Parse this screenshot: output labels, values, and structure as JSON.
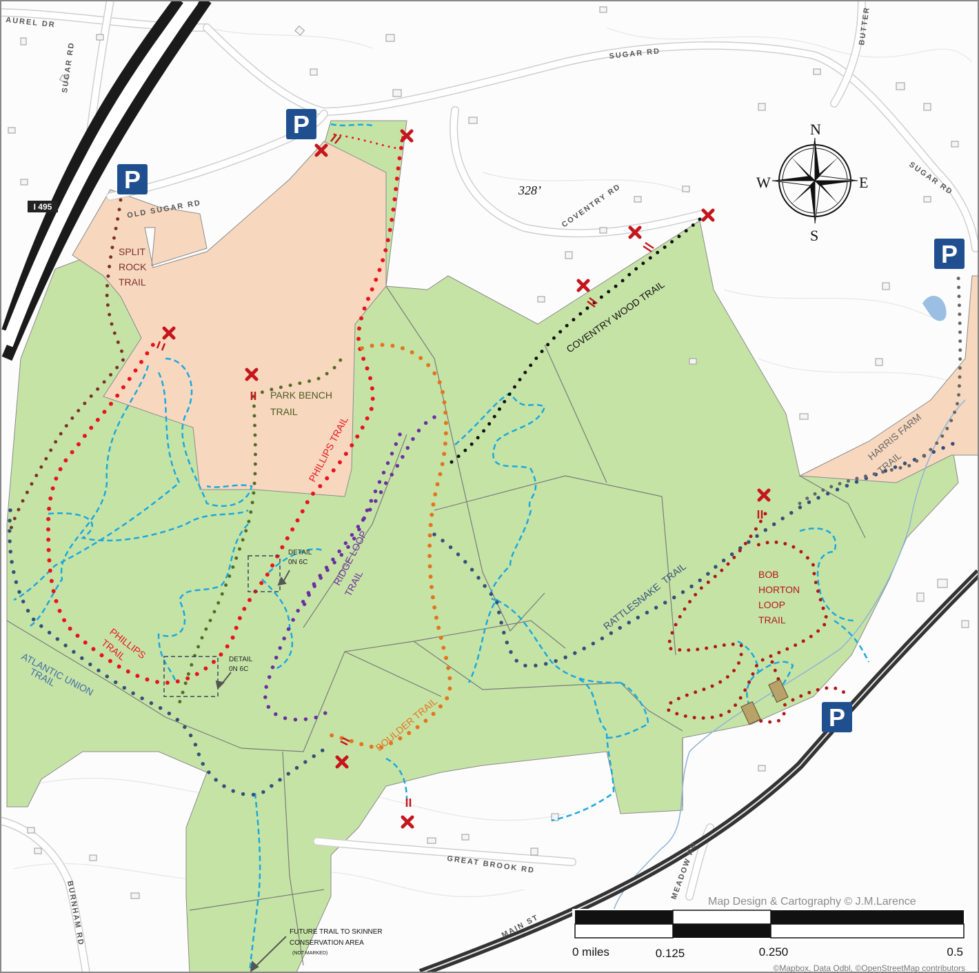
{
  "roads": {
    "laurel": "AUREL DR",
    "sugar_left": "SUGAR RD",
    "sugar_top": "SUGAR RD",
    "sugar_right": "SUGAR RD",
    "butter": "BUTTER",
    "old_sugar": "OLD SUGAR RD",
    "coventry": "COVENTRY RD",
    "great_brook": "GREAT BROOK RD",
    "burnham": "BURNHAM RD",
    "meadow": "MEADOW RD",
    "main": "MAIN ST",
    "highway_shield": "I 495"
  },
  "elevation": "328’",
  "parking_symbol": "P",
  "compass": {
    "n": "N",
    "s": "S",
    "e": "E",
    "w": "W"
  },
  "trails": {
    "split_rock": [
      "SPLIT",
      "ROCK",
      "TRAIL"
    ],
    "park_bench": [
      "PARK BENCH",
      "TRAIL"
    ],
    "phillips_upper": "PHILLIPS TRAIL",
    "phillips_lower": [
      "PHILLIPS",
      "TRAIL"
    ],
    "ridge_loop": [
      "RIDGE LOOP",
      "TRAIL"
    ],
    "coventry_wood": "COVENTRY WOOD TRAIL",
    "rattlesnake": "RATTLESNAKE  TRAIL",
    "bob_horton": [
      "BOB",
      "HORTON",
      "LOOP",
      "TRAIL"
    ],
    "harris_farm": [
      "HARRIS FARM",
      "TRAIL"
    ],
    "atlantic_union": [
      "ATLANTIC UNION",
      "TRAIL"
    ],
    "boulder": "BOULDER TRAIL"
  },
  "details": {
    "upper": [
      "DETAIL",
      "0N 6C"
    ],
    "lower": [
      "DETAIL",
      "0N 6C"
    ]
  },
  "future_trail": [
    "FUTURE TRAIL TO SKINNER",
    "CONSERVATION AREA",
    "(NOT MARKED)"
  ],
  "credit": "Map Design & Cartography © J.M.Larence",
  "scale": {
    "ticks": [
      "0 miles",
      "0.125",
      "0.250",
      "0.5"
    ]
  },
  "attribution": "©Mapbox, Data Odbl, ©OpenStreetMap contributors",
  "colors": {
    "park_green": "#c6e3a6",
    "private_peach": "#f7d8bf",
    "phillips": "#e8141c",
    "split_rock": "#7d2f2a",
    "park_bench": "#556b22",
    "ridge_loop": "#6a2fa0",
    "boulder": "#e2751d",
    "coventry_wood": "#111111",
    "atlantic_union": "#34507a",
    "bob_horton": "#b11717",
    "harris_farm": "#666666",
    "connector": "#1aa8df",
    "parking_blue": "#1f4f8f",
    "closure_x": "#c4161c"
  }
}
